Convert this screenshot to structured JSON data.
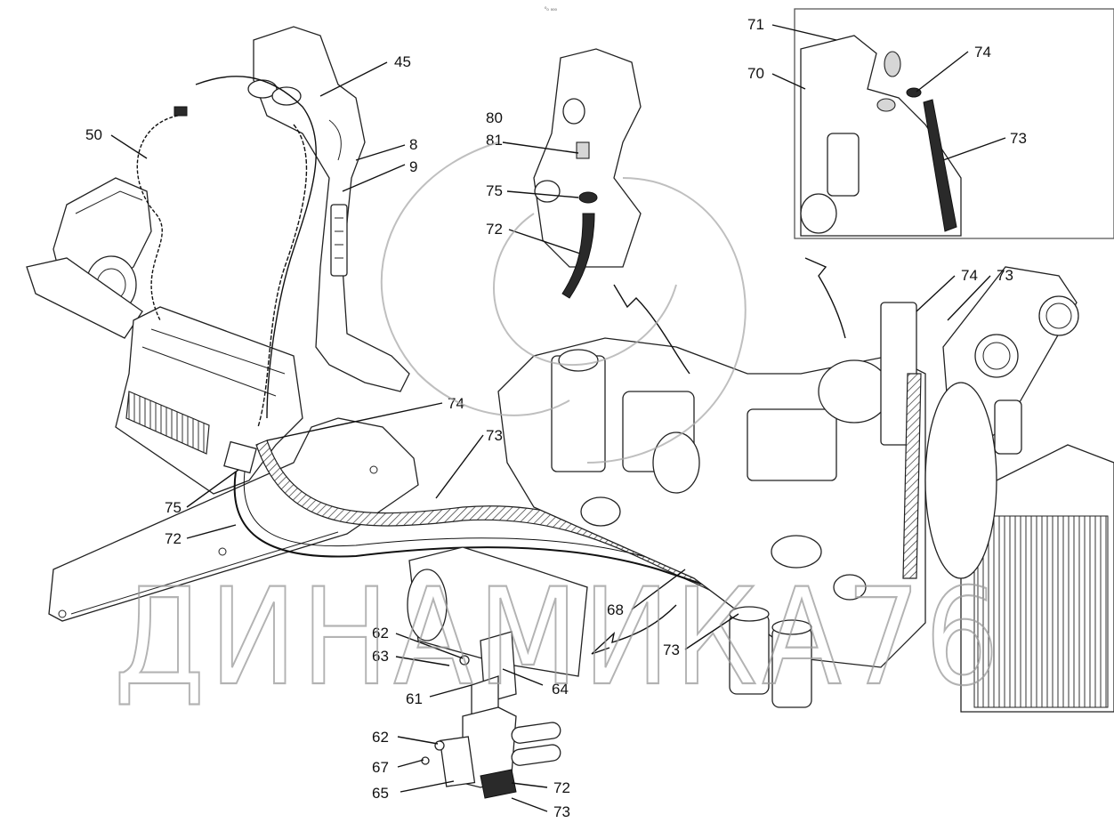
{
  "header": {
    "mark": "⁰₀ ₀₀₀"
  },
  "watermark": {
    "text": "ДИНАМИКА76"
  },
  "callouts": {
    "c45": "45",
    "c50": "50",
    "c8": "8",
    "c9": "9",
    "c80": "80",
    "c81": "81",
    "c75a": "75",
    "c72a": "72",
    "c71": "71",
    "c70": "70",
    "c74a": "74",
    "c73a": "73",
    "c74b": "74",
    "c73b": "73",
    "c74c": "74",
    "c73c": "73",
    "c75b": "75",
    "c72b": "72",
    "c68": "68",
    "c73d": "73",
    "c62a": "62",
    "c63": "63",
    "c64": "64",
    "c61": "61",
    "c62b": "62",
    "c67": "67",
    "c65": "65",
    "c72c": "72",
    "c73e": "73"
  }
}
